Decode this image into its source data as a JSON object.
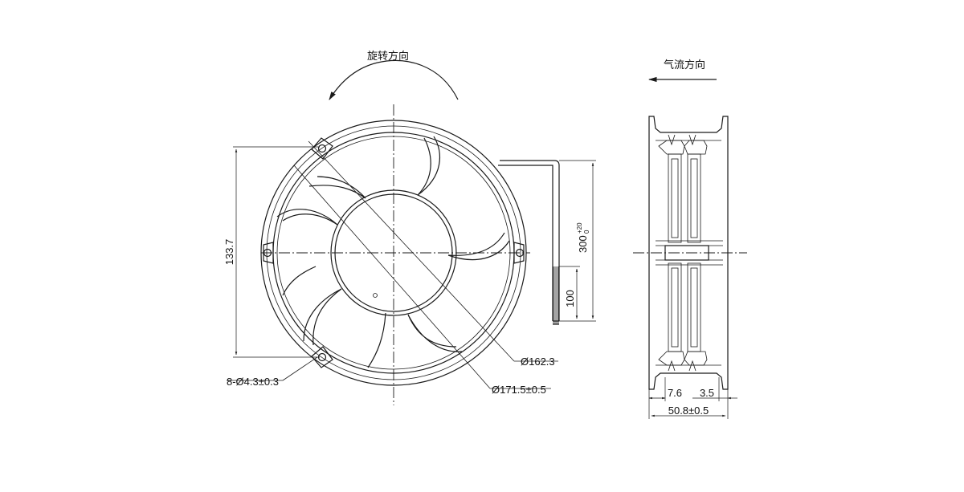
{
  "labels": {
    "rotation_direction": "旋转方向",
    "airflow_direction": "气流方向",
    "height_dim": "133.7",
    "hole_spec": "8-Ø4.3±0.3",
    "inner_dia": "Ø162.3",
    "outer_dia": "Ø171.5±0.5",
    "lead_length_main": "300",
    "lead_length_tol_upper": "+20",
    "lead_length_tol_lower": "0",
    "strip_length": "100",
    "side_left_dim": "7.6",
    "side_right_dim": "3.5",
    "depth_dim": "50.8±0.5"
  },
  "colors": {
    "line": "#1a1a1a",
    "background": "#ffffff"
  },
  "icons": {
    "rotation_arrow": "curved-arrow-counterclockwise-icon",
    "airflow_arrow": "left-arrow-icon"
  }
}
